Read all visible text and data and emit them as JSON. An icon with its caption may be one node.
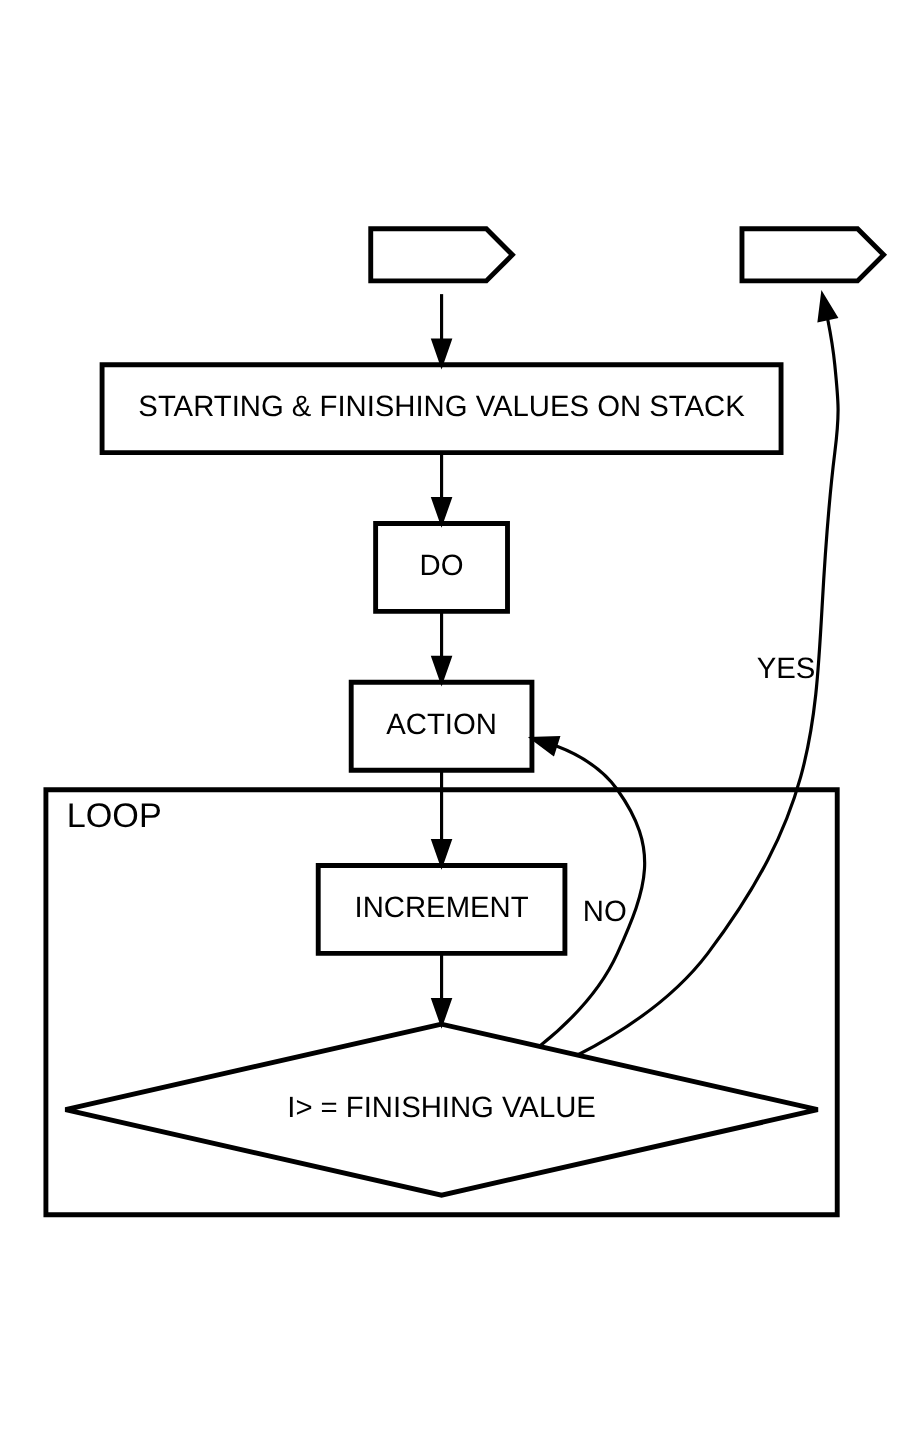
{
  "diagram": {
    "nodes": [
      {
        "text": [],
        "shape": "pentagon"
      },
      {
        "text": [
          "STARTING & FINISHING VALUES ON STACK"
        ]
      },
      {
        "text": [
          "DO"
        ]
      },
      {
        "text": [
          "ACTION"
        ]
      },
      {
        "text": [
          "LOOP"
        ]
      },
      {
        "text": [
          "INCREMENT"
        ],
        "in": 4
      },
      {
        "text": [
          "I> = FINISHING VALUE"
        ],
        "in": 4
      },
      {
        "text": [],
        "shape": "pentagon"
      }
    ],
    "edges": [
      {
        "from": 0,
        "to": 1,
        "arrow": "to"
      },
      {
        "from": 1,
        "to": 2,
        "arrow": "to"
      },
      {
        "from": 2,
        "to": 3,
        "arrow": "to"
      },
      {
        "from": 3,
        "to": 5,
        "arrow": "to"
      },
      {
        "from": 5,
        "to": 6,
        "arrow": "to"
      },
      {
        "from": 6,
        "to": 3,
        "label": "NO",
        "arrow": "to"
      },
      {
        "from": 6,
        "to": 7,
        "label": "YES",
        "arrow": "to"
      }
    ]
  }
}
